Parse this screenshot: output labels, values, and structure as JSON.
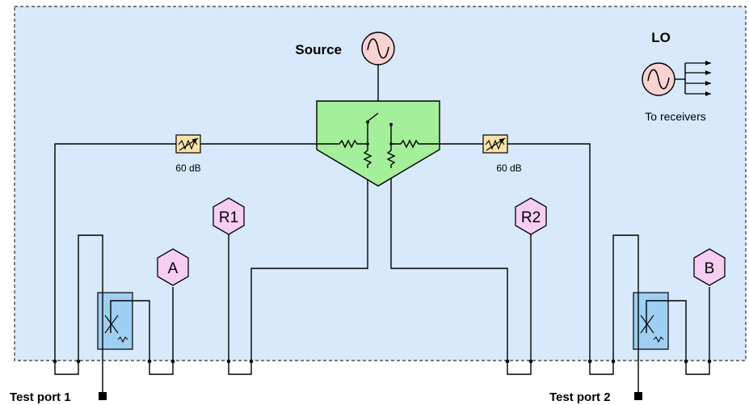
{
  "source": {
    "label": "Source"
  },
  "lo": {
    "label": "LO",
    "caption": "To receivers"
  },
  "attenuators": {
    "left_label": "60 dB",
    "right_label": "60 dB"
  },
  "receivers": {
    "r1": "R1",
    "r2": "R2",
    "a": "A",
    "b": "B"
  },
  "ports": {
    "port1": "Test port 1",
    "port2": "Test port 2"
  },
  "colors": {
    "panel_fill": "#d7e9fa",
    "panel_border": "#333333",
    "source_circle": "#fad2d2",
    "receiver_fill": "#f6cdf3",
    "splitter_fill": "#a3ef9a",
    "coupler_fill": "#9fcff2",
    "attenuator_fill": "#f8e2a8"
  }
}
